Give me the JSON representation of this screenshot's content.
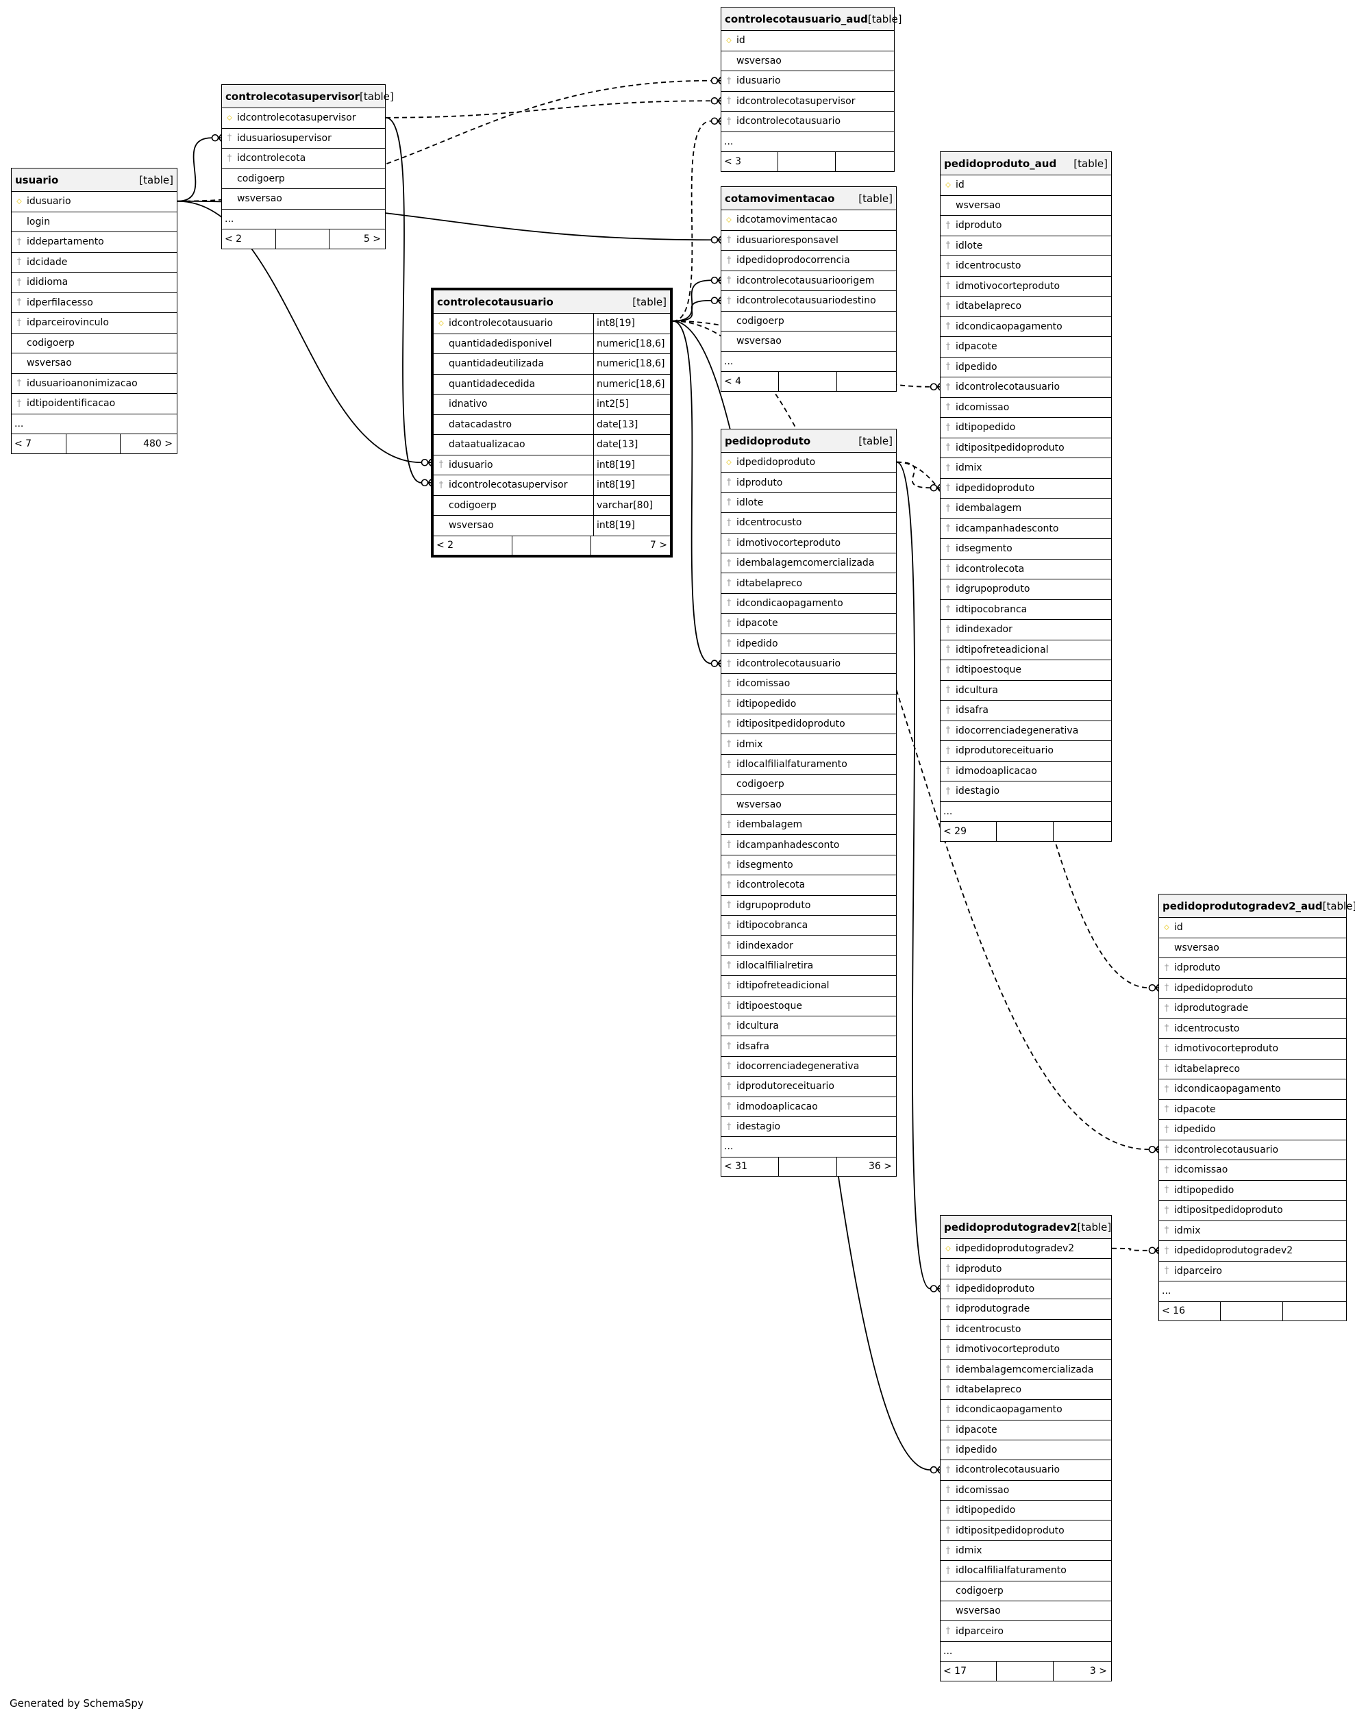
{
  "footer_note": "Generated by SchemaSpy",
  "tables": [
    {
      "key": "usuario",
      "name": "usuario",
      "type": "[table]",
      "columns": [
        {
          "n": "idusuario",
          "k": "pk"
        },
        {
          "n": "login",
          "k": ""
        },
        {
          "n": "iddepartamento",
          "k": "fk"
        },
        {
          "n": "idcidade",
          "k": "fk"
        },
        {
          "n": "ididioma",
          "k": "fk"
        },
        {
          "n": "idperfilacesso",
          "k": "fk"
        },
        {
          "n": "idparceirovinculo",
          "k": "fk"
        },
        {
          "n": "codigoerp",
          "k": ""
        },
        {
          "n": "wsversao",
          "k": ""
        },
        {
          "n": "idusuarioanonimizacao",
          "k": "fk"
        },
        {
          "n": "idtipoidentificacao",
          "k": "fk"
        }
      ],
      "more": "...",
      "footer": {
        "left": "< 7",
        "right": "480 >"
      }
    },
    {
      "key": "controlecotasupervisor",
      "name": "controlecotasupervisor",
      "type": "[table]",
      "columns": [
        {
          "n": "idcontrolecotasupervisor",
          "k": "pk"
        },
        {
          "n": "idusuariosupervisor",
          "k": "fk"
        },
        {
          "n": "idcontrolecota",
          "k": "fk"
        },
        {
          "n": "codigoerp",
          "k": ""
        },
        {
          "n": "wsversao",
          "k": ""
        }
      ],
      "more": "...",
      "footer": {
        "left": "< 2",
        "right": "5 >"
      }
    },
    {
      "key": "controlecotausuario",
      "name": "controlecotausuario",
      "type": "[table]",
      "columns": [
        {
          "n": "idcontrolecotausuario",
          "k": "pk",
          "t": "int8[19]"
        },
        {
          "n": "quantidadedisponivel",
          "k": "",
          "t": "numeric[18,6]"
        },
        {
          "n": "quantidadeutilizada",
          "k": "",
          "t": "numeric[18,6]"
        },
        {
          "n": "quantidadecedida",
          "k": "",
          "t": "numeric[18,6]"
        },
        {
          "n": "idnativo",
          "k": "",
          "t": "int2[5]"
        },
        {
          "n": "datacadastro",
          "k": "",
          "t": "date[13]"
        },
        {
          "n": "dataatualizacao",
          "k": "",
          "t": "date[13]"
        },
        {
          "n": "idusuario",
          "k": "fk",
          "t": "int8[19]"
        },
        {
          "n": "idcontrolecotasupervisor",
          "k": "fk",
          "t": "int8[19]"
        },
        {
          "n": "codigoerp",
          "k": "",
          "t": "varchar[80]"
        },
        {
          "n": "wsversao",
          "k": "",
          "t": "int8[19]"
        }
      ],
      "footer": {
        "left": "< 2",
        "right": "7 >"
      }
    },
    {
      "key": "controlecotausuario_aud",
      "name": "controlecotausuario_aud",
      "type": "[table]",
      "columns": [
        {
          "n": "id",
          "k": "pk"
        },
        {
          "n": "wsversao",
          "k": ""
        },
        {
          "n": "idusuario",
          "k": "fk"
        },
        {
          "n": "idcontrolecotasupervisor",
          "k": "fk"
        },
        {
          "n": "idcontrolecotausuario",
          "k": "fk"
        }
      ],
      "more": "...",
      "footer": {
        "left": "< 3",
        "right": ""
      }
    },
    {
      "key": "cotamovimentacao",
      "name": "cotamovimentacao",
      "type": "[table]",
      "columns": [
        {
          "n": "idcotamovimentacao",
          "k": "pk"
        },
        {
          "n": "idusuarioresponsavel",
          "k": "fk"
        },
        {
          "n": "idpedidoprodocorrencia",
          "k": "fk"
        },
        {
          "n": "idcontrolecotausuarioorigem",
          "k": "fk"
        },
        {
          "n": "idcontrolecotausuariodestino",
          "k": "fk"
        },
        {
          "n": "codigoerp",
          "k": ""
        },
        {
          "n": "wsversao",
          "k": ""
        }
      ],
      "more": "...",
      "footer": {
        "left": "< 4",
        "right": ""
      }
    },
    {
      "key": "pedidoproduto",
      "name": "pedidoproduto",
      "type": "[table]",
      "columns": [
        {
          "n": "idpedidoproduto",
          "k": "pk"
        },
        {
          "n": "idproduto",
          "k": "fk"
        },
        {
          "n": "idlote",
          "k": "fk"
        },
        {
          "n": "idcentrocusto",
          "k": "fk"
        },
        {
          "n": "idmotivocorteproduto",
          "k": "fk"
        },
        {
          "n": "idembalagemcomercializada",
          "k": "fk"
        },
        {
          "n": "idtabelapreco",
          "k": "fk"
        },
        {
          "n": "idcondicaopagamento",
          "k": "fk"
        },
        {
          "n": "idpacote",
          "k": "fk"
        },
        {
          "n": "idpedido",
          "k": "fk"
        },
        {
          "n": "idcontrolecotausuario",
          "k": "fk"
        },
        {
          "n": "idcomissao",
          "k": "fk"
        },
        {
          "n": "idtipopedido",
          "k": "fk"
        },
        {
          "n": "idtipositpedidoproduto",
          "k": "fk"
        },
        {
          "n": "idmix",
          "k": "fk"
        },
        {
          "n": "idlocalfilialfaturamento",
          "k": "fk"
        },
        {
          "n": "codigoerp",
          "k": ""
        },
        {
          "n": "wsversao",
          "k": ""
        },
        {
          "n": "idembalagem",
          "k": "fk"
        },
        {
          "n": "idcampanhadesconto",
          "k": "fk"
        },
        {
          "n": "idsegmento",
          "k": "fk"
        },
        {
          "n": "idcontrolecota",
          "k": "fk"
        },
        {
          "n": "idgrupoproduto",
          "k": "fk"
        },
        {
          "n": "idtipocobranca",
          "k": "fk"
        },
        {
          "n": "idindexador",
          "k": "fk"
        },
        {
          "n": "idlocalfilialretira",
          "k": "fk"
        },
        {
          "n": "idtipofreteadicional",
          "k": "fk"
        },
        {
          "n": "idtipoestoque",
          "k": "fk"
        },
        {
          "n": "idcultura",
          "k": "fk"
        },
        {
          "n": "idsafra",
          "k": "fk"
        },
        {
          "n": "idocorrenciadegenerativa",
          "k": "fk"
        },
        {
          "n": "idprodutoreceituario",
          "k": "fk"
        },
        {
          "n": "idmodoaplicacao",
          "k": "fk"
        },
        {
          "n": "idestagio",
          "k": "fk"
        }
      ],
      "more": "...",
      "footer": {
        "left": "< 31",
        "right": "36 >"
      }
    },
    {
      "key": "pedidoproduto_aud",
      "name": "pedidoproduto_aud",
      "type": "[table]",
      "columns": [
        {
          "n": "id",
          "k": "pk"
        },
        {
          "n": "wsversao",
          "k": ""
        },
        {
          "n": "idproduto",
          "k": "fk"
        },
        {
          "n": "idlote",
          "k": "fk"
        },
        {
          "n": "idcentrocusto",
          "k": "fk"
        },
        {
          "n": "idmotivocorteproduto",
          "k": "fk"
        },
        {
          "n": "idtabelapreco",
          "k": "fk"
        },
        {
          "n": "idcondicaopagamento",
          "k": "fk"
        },
        {
          "n": "idpacote",
          "k": "fk"
        },
        {
          "n": "idpedido",
          "k": "fk"
        },
        {
          "n": "idcontrolecotausuario",
          "k": "fk"
        },
        {
          "n": "idcomissao",
          "k": "fk"
        },
        {
          "n": "idtipopedido",
          "k": "fk"
        },
        {
          "n": "idtipositpedidoproduto",
          "k": "fk"
        },
        {
          "n": "idmix",
          "k": "fk"
        },
        {
          "n": "idpedidoproduto",
          "k": "fk"
        },
        {
          "n": "idembalagem",
          "k": "fk"
        },
        {
          "n": "idcampanhadesconto",
          "k": "fk"
        },
        {
          "n": "idsegmento",
          "k": "fk"
        },
        {
          "n": "idcontrolecota",
          "k": "fk"
        },
        {
          "n": "idgrupoproduto",
          "k": "fk"
        },
        {
          "n": "idtipocobranca",
          "k": "fk"
        },
        {
          "n": "idindexador",
          "k": "fk"
        },
        {
          "n": "idtipofreteadicional",
          "k": "fk"
        },
        {
          "n": "idtipoestoque",
          "k": "fk"
        },
        {
          "n": "idcultura",
          "k": "fk"
        },
        {
          "n": "idsafra",
          "k": "fk"
        },
        {
          "n": "idocorrenciadegenerativa",
          "k": "fk"
        },
        {
          "n": "idprodutoreceituario",
          "k": "fk"
        },
        {
          "n": "idmodoaplicacao",
          "k": "fk"
        },
        {
          "n": "idestagio",
          "k": "fk"
        }
      ],
      "more": "...",
      "footer": {
        "left": "< 29",
        "right": ""
      }
    },
    {
      "key": "pedidoprodutogradev2_aud",
      "name": "pedidoprodutogradev2_aud",
      "type": "[table]",
      "columns": [
        {
          "n": "id",
          "k": "pk"
        },
        {
          "n": "wsversao",
          "k": ""
        },
        {
          "n": "idproduto",
          "k": "fk"
        },
        {
          "n": "idpedidoproduto",
          "k": "fk"
        },
        {
          "n": "idprodutograde",
          "k": "fk"
        },
        {
          "n": "idcentrocusto",
          "k": "fk"
        },
        {
          "n": "idmotivocorteproduto",
          "k": "fk"
        },
        {
          "n": "idtabelapreco",
          "k": "fk"
        },
        {
          "n": "idcondicaopagamento",
          "k": "fk"
        },
        {
          "n": "idpacote",
          "k": "fk"
        },
        {
          "n": "idpedido",
          "k": "fk"
        },
        {
          "n": "idcontrolecotausuario",
          "k": "fk"
        },
        {
          "n": "idcomissao",
          "k": "fk"
        },
        {
          "n": "idtipopedido",
          "k": "fk"
        },
        {
          "n": "idtipositpedidoproduto",
          "k": "fk"
        },
        {
          "n": "idmix",
          "k": "fk"
        },
        {
          "n": "idpedidoprodutogradev2",
          "k": "fk"
        },
        {
          "n": "idparceiro",
          "k": "fk"
        }
      ],
      "more": "...",
      "footer": {
        "left": "< 16",
        "right": ""
      }
    },
    {
      "key": "pedidoprodutogradev2",
      "name": "pedidoprodutogradev2",
      "type": "[table]",
      "columns": [
        {
          "n": "idpedidoprodutogradev2",
          "k": "pk"
        },
        {
          "n": "idproduto",
          "k": "fk"
        },
        {
          "n": "idpedidoproduto",
          "k": "fk"
        },
        {
          "n": "idprodutograde",
          "k": "fk"
        },
        {
          "n": "idcentrocusto",
          "k": "fk"
        },
        {
          "n": "idmotivocorteproduto",
          "k": "fk"
        },
        {
          "n": "idembalagemcomercializada",
          "k": "fk"
        },
        {
          "n": "idtabelapreco",
          "k": "fk"
        },
        {
          "n": "idcondicaopagamento",
          "k": "fk"
        },
        {
          "n": "idpacote",
          "k": "fk"
        },
        {
          "n": "idpedido",
          "k": "fk"
        },
        {
          "n": "idcontrolecotausuario",
          "k": "fk"
        },
        {
          "n": "idcomissao",
          "k": "fk"
        },
        {
          "n": "idtipopedido",
          "k": "fk"
        },
        {
          "n": "idtipositpedidoproduto",
          "k": "fk"
        },
        {
          "n": "idmix",
          "k": "fk"
        },
        {
          "n": "idlocalfilialfaturamento",
          "k": "fk"
        },
        {
          "n": "codigoerp",
          "k": ""
        },
        {
          "n": "wsversao",
          "k": ""
        },
        {
          "n": "idparceiro",
          "k": "fk"
        }
      ],
      "more": "...",
      "footer": {
        "left": "< 17",
        "right": "3 >"
      }
    }
  ],
  "relationships": [
    {
      "from": "usuario.idusuario",
      "to": "controlecotausuario_aud.idusuario",
      "style": "dashed"
    },
    {
      "from": "usuario.idusuario",
      "to": "controlecotasupervisor.idusuariosupervisor",
      "style": "solid"
    },
    {
      "from": "usuario.idusuario",
      "to": "cotamovimentacao.idusuarioresponsavel",
      "style": "solid"
    },
    {
      "from": "usuario.idusuario",
      "to": "controlecotausuario.idusuario",
      "style": "solid"
    },
    {
      "from": "controlecotasupervisor.idcontrolecotasupervisor",
      "to": "controlecotausuario_aud.idcontrolecotasupervisor",
      "style": "dashed"
    },
    {
      "from": "controlecotasupervisor.idcontrolecotasupervisor",
      "to": "controlecotausuario.idcontrolecotasupervisor",
      "style": "solid"
    },
    {
      "from": "controlecotausuario.idcontrolecotausuario",
      "to": "controlecotausuario_aud.idcontrolecotausuario",
      "style": "dashed"
    },
    {
      "from": "controlecotausuario.idcontrolecotausuario",
      "to": "cotamovimentacao.idcontrolecotausuarioorigem",
      "style": "solid"
    },
    {
      "from": "controlecotausuario.idcontrolecotausuario",
      "to": "cotamovimentacao.idcontrolecotausuariodestino",
      "style": "solid"
    },
    {
      "from": "controlecotausuario.idcontrolecotausuario",
      "to": "pedidoproduto_aud.idcontrolecotausuario",
      "style": "dashed"
    },
    {
      "from": "controlecotausuario.idcontrolecotausuario",
      "to": "pedidoproduto.idcontrolecotausuario",
      "style": "solid"
    },
    {
      "from": "controlecotausuario.idcontrolecotausuario",
      "to": "pedidoprodutogradev2_aud.idcontrolecotausuario",
      "style": "dashed"
    },
    {
      "from": "controlecotausuario.idcontrolecotausuario",
      "to": "pedidoprodutogradev2.idcontrolecotausuario",
      "style": "solid"
    },
    {
      "from": "pedidoproduto.idpedidoproduto",
      "to": "pedidoproduto_aud.idpedidoproduto",
      "style": "dashed"
    },
    {
      "from": "pedidoproduto.idpedidoproduto",
      "to": "pedidoprodutogradev2_aud.idpedidoproduto",
      "style": "dashed"
    },
    {
      "from": "pedidoproduto.idpedidoproduto",
      "to": "pedidoprodutogradev2.idpedidoproduto",
      "style": "solid"
    },
    {
      "from": "pedidoprodutogradev2.idpedidoprodutogradev2",
      "to": "pedidoprodutogradev2_aud.idpedidoprodutogradev2",
      "style": "dashed"
    }
  ]
}
